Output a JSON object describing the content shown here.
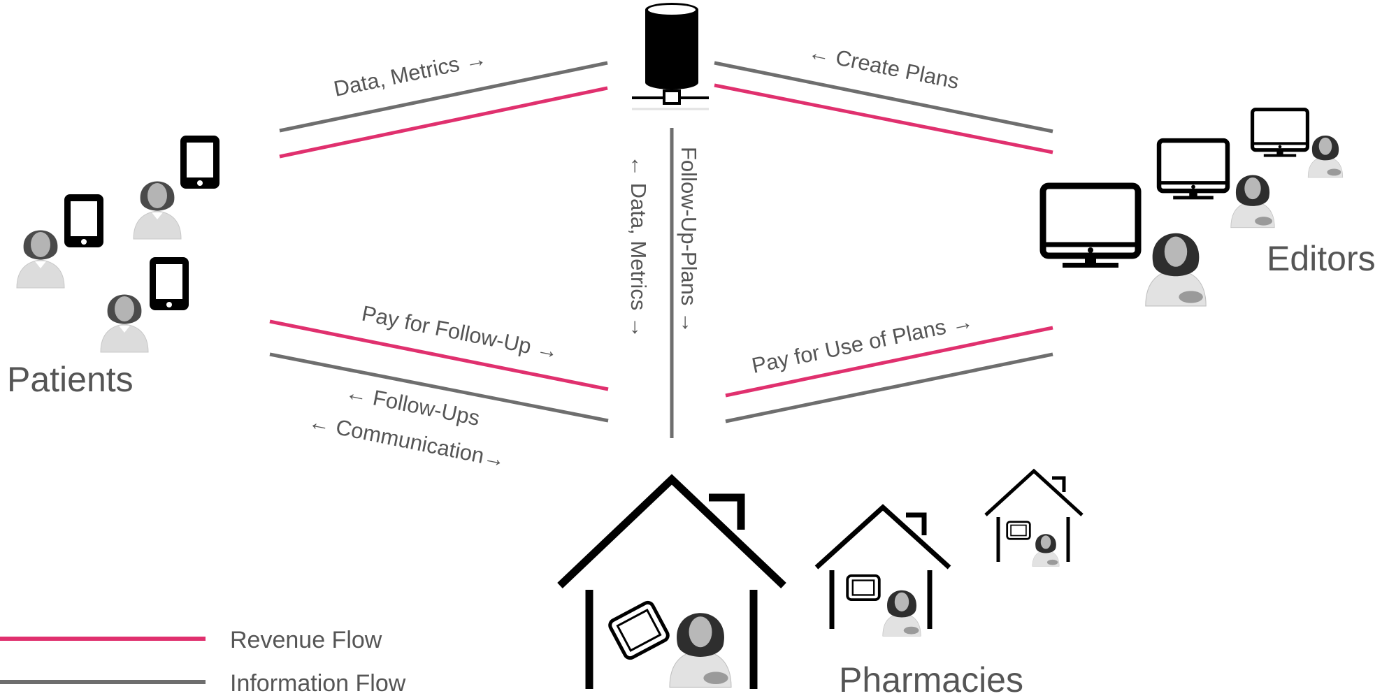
{
  "colors": {
    "revenue": "#e0306e",
    "information": "#6e6e6e",
    "text": "#555555",
    "icon": "#000000"
  },
  "nodes": {
    "patients": "Patients",
    "editors": "Editors",
    "pharmacies": "Pharmacies"
  },
  "icons": {
    "server": "database-server-icon",
    "tablet": "tablet-icon",
    "person": "person-avatar-icon",
    "monitor": "monitor-icon",
    "house": "pharmacy-house-icon"
  },
  "flows": {
    "patients_to_server_info": "Data, Metrics →",
    "editors_to_server_info": "← Create Plans",
    "patients_to_pharmacy_revenue": "Pay for Follow-Up →",
    "pharmacy_to_patients_followups": "← Follow-Ups",
    "pharmacy_patients_communication": "← Communication→",
    "pharmacy_to_editors_revenue": "Pay for Use of Plans →",
    "vertical_data_metrics": "← Data, Metrics →",
    "vertical_followup_plans": "Follow-Up-Plans →"
  },
  "legend": {
    "revenue": "Revenue Flow",
    "information": "Information Flow"
  }
}
